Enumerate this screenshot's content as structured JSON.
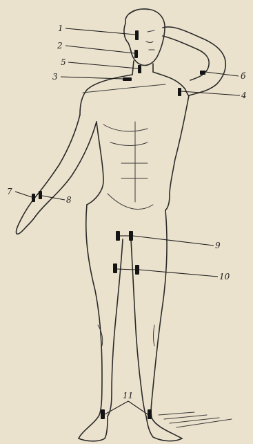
{
  "labels": [
    "1",
    "2",
    "5",
    "3",
    "б",
    "4",
    "7",
    "8",
    "9",
    "10",
    "11"
  ],
  "colors": {
    "paper": "#ebe2cd",
    "ink": "#1e1e1e"
  }
}
